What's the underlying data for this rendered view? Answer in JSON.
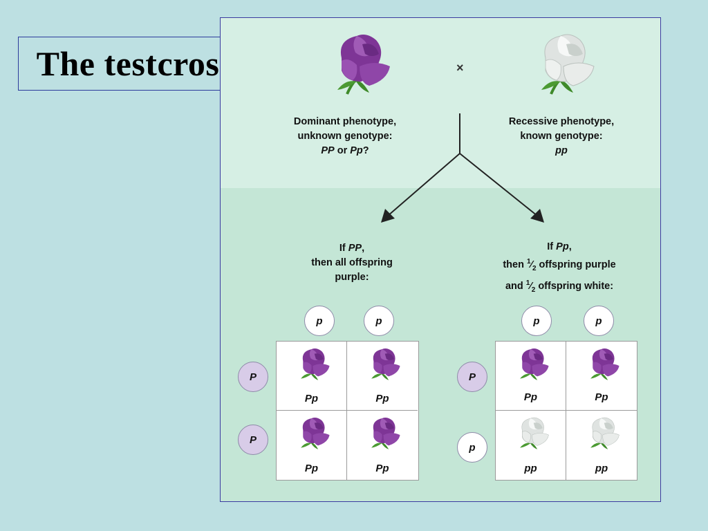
{
  "title": "The testcross",
  "cross_symbol": "×",
  "parents": {
    "left": {
      "line1": "Dominant phenotype,",
      "line2": "unknown genotype:",
      "g1": "PP",
      "or": " or ",
      "g2": "Pp",
      "q": "?"
    },
    "right": {
      "line1": "Recessive phenotype,",
      "line2": "known genotype:",
      "g": "pp"
    }
  },
  "outcomes": {
    "left": {
      "if": "If ",
      "g": "PP",
      "comma": ",",
      "line2": "then all offspring",
      "line3": "purple:"
    },
    "right": {
      "if": "If ",
      "g": "Pp",
      "comma": ",",
      "line2_pre": "then ",
      "frac_num": "1",
      "frac_den": "2",
      "line2_post": " offspring purple",
      "line3_pre": "and ",
      "line3_post": " offspring white:"
    }
  },
  "squares": {
    "left": {
      "top_alleles": [
        "p",
        "p"
      ],
      "side_alleles": [
        "P",
        "P"
      ],
      "cells": [
        "Pp",
        "Pp",
        "Pp",
        "Pp"
      ],
      "cell_colors": [
        "purple",
        "purple",
        "purple",
        "purple"
      ]
    },
    "right": {
      "top_alleles": [
        "p",
        "p"
      ],
      "side_alleles": [
        "P",
        "p"
      ],
      "cells": [
        "Pp",
        "Pp",
        "pp",
        "pp"
      ],
      "cell_colors": [
        "purple",
        "purple",
        "white",
        "white"
      ]
    }
  },
  "colors": {
    "background": "#bde0e2",
    "panel_top": "#d6efe4",
    "panel_bottom": "#c4e6d6",
    "purple_flower": "#8a3fa0",
    "white_flower": "#e8ecea",
    "dominant_allele": "#d8cce8"
  },
  "icons": [
    "purple-flower-icon",
    "white-flower-icon",
    "arrow-icon"
  ]
}
